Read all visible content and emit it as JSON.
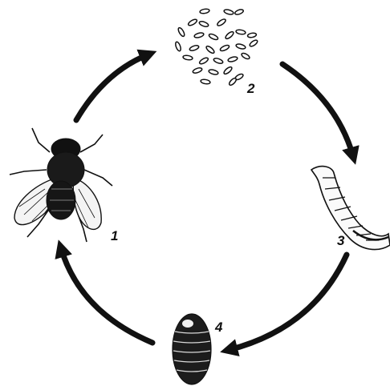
{
  "diagram": {
    "stages": [
      {
        "number": "1",
        "icon": "adult-fly-icon"
      },
      {
        "number": "2",
        "icon": "eggs-icon"
      },
      {
        "number": "3",
        "icon": "larva-icon"
      },
      {
        "number": "4",
        "icon": "pupa-icon"
      }
    ],
    "colors": {
      "ink": "#111111",
      "background": "#ffffff"
    }
  }
}
